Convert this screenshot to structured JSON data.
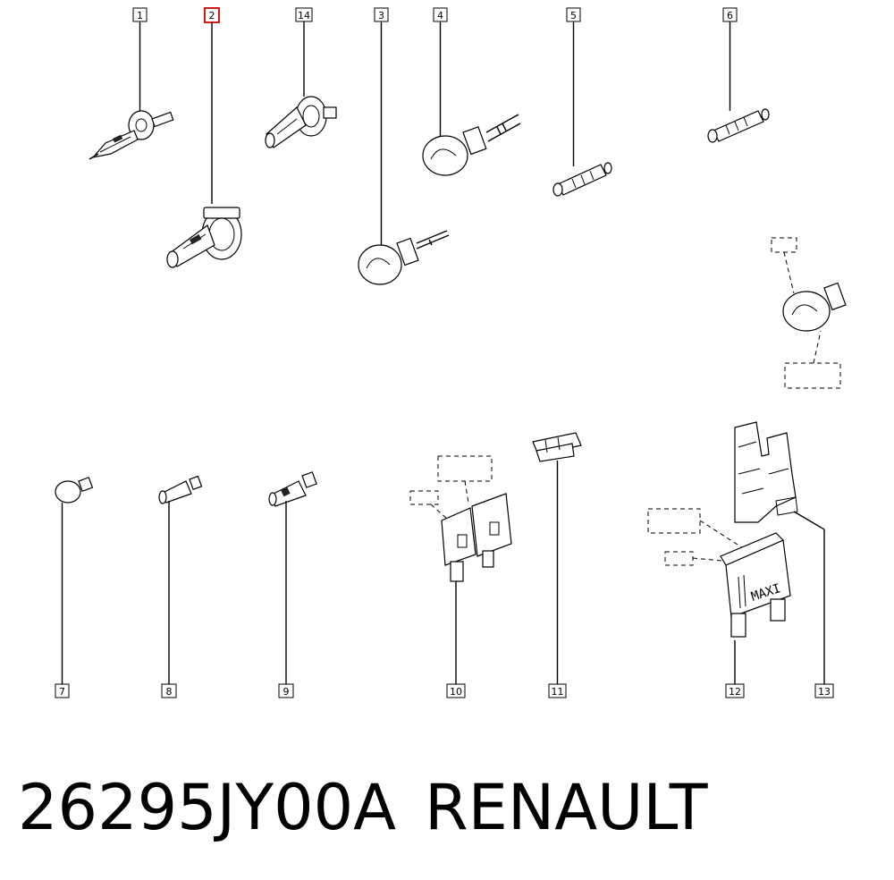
{
  "callouts": {
    "c1": "1",
    "c2": "2",
    "c14": "14",
    "c3": "3",
    "c4": "4",
    "c5": "5",
    "c6": "6",
    "c7": "7",
    "c8": "8",
    "c9": "9",
    "c10": "10",
    "c11": "11",
    "c12": "12",
    "c13": "13"
  },
  "fuse_text": "MAXI",
  "footer": {
    "part_number": "26295JY00A",
    "brand": "RENAULT"
  },
  "colors": {
    "highlight": "#cc0000"
  }
}
